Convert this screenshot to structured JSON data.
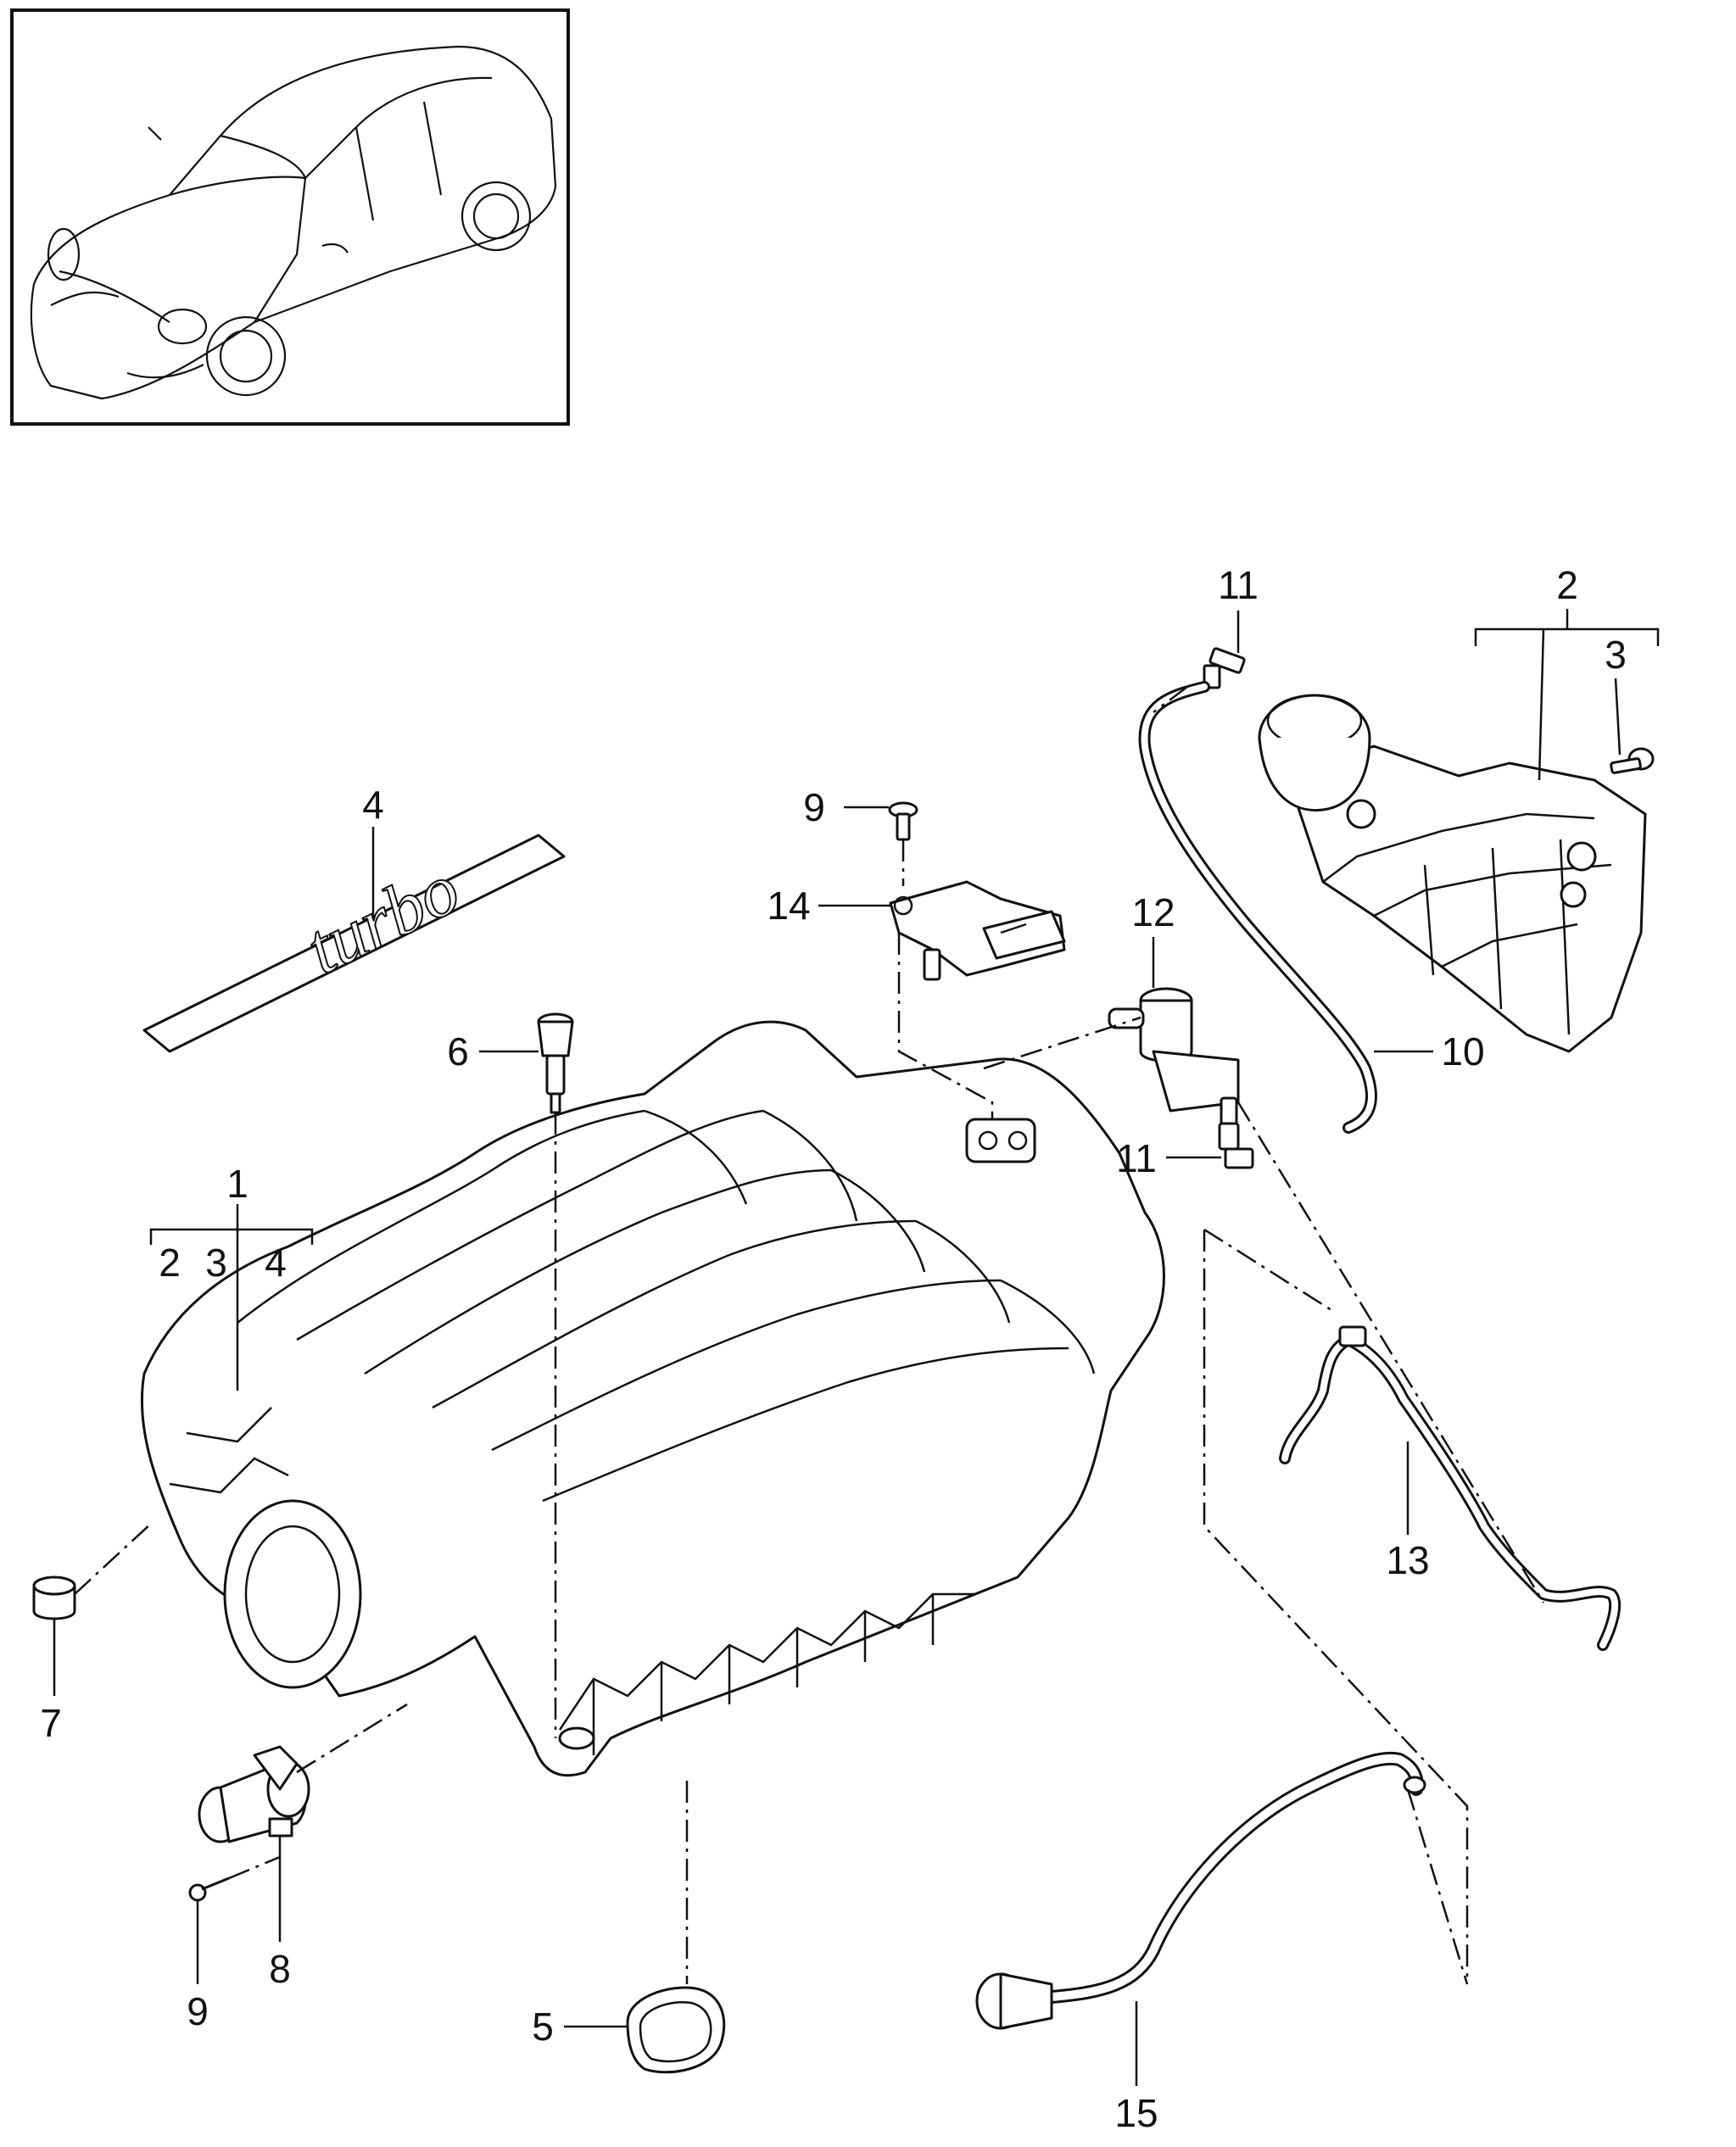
{
  "diagram": {
    "thumbnail": "car-overview",
    "badge_text": "turbo",
    "callouts": {
      "c1": "1",
      "c1_sub": [
        "2",
        "3",
        "4"
      ],
      "c2": "2",
      "c3": "3",
      "c4": "4",
      "c5": "5",
      "c6": "6",
      "c7": "7",
      "c8": "8",
      "c9a": "9",
      "c9b": "9",
      "c10": "10",
      "c11a": "11",
      "c11b": "11",
      "c12": "12",
      "c13": "13",
      "c14": "14",
      "c15": "15"
    }
  }
}
